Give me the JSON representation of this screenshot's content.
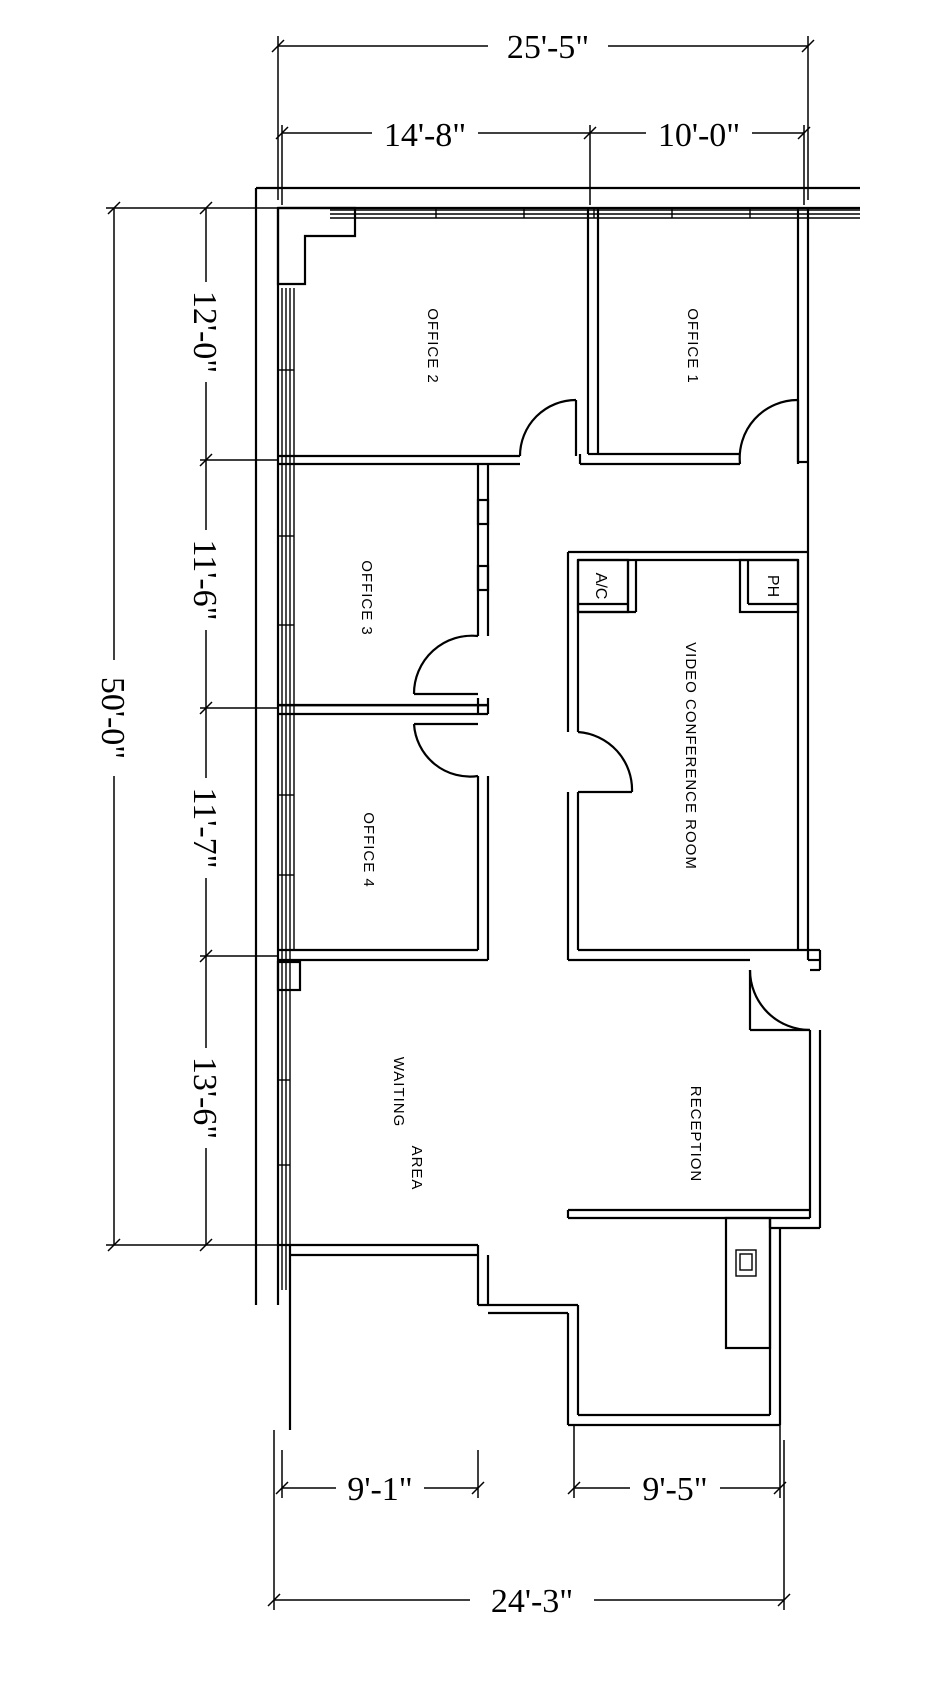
{
  "dimensions": {
    "top_overall": "25'-5\"",
    "top_left": "14'-8\"",
    "top_right": "10'-0\"",
    "left_overall": "50'-0\"",
    "left_1": "12'-0\"",
    "left_2": "11'-6\"",
    "left_3": "11'-7\"",
    "left_4": "13'-6\"",
    "bottom_left": "9'-1\"",
    "bottom_right": "9'-5\"",
    "bottom_overall": "24'-3\""
  },
  "rooms": {
    "office_1": "OFFICE 1",
    "office_2": "OFFICE 2",
    "office_3": "OFFICE 3",
    "office_4": "OFFICE 4",
    "video_conference": "VIDEO CONFERENCE ROOM",
    "reception": "RECEPTION",
    "waiting_line1": "WAITING",
    "waiting_line2": "AREA",
    "ac": "A/C",
    "ph": "PH"
  }
}
